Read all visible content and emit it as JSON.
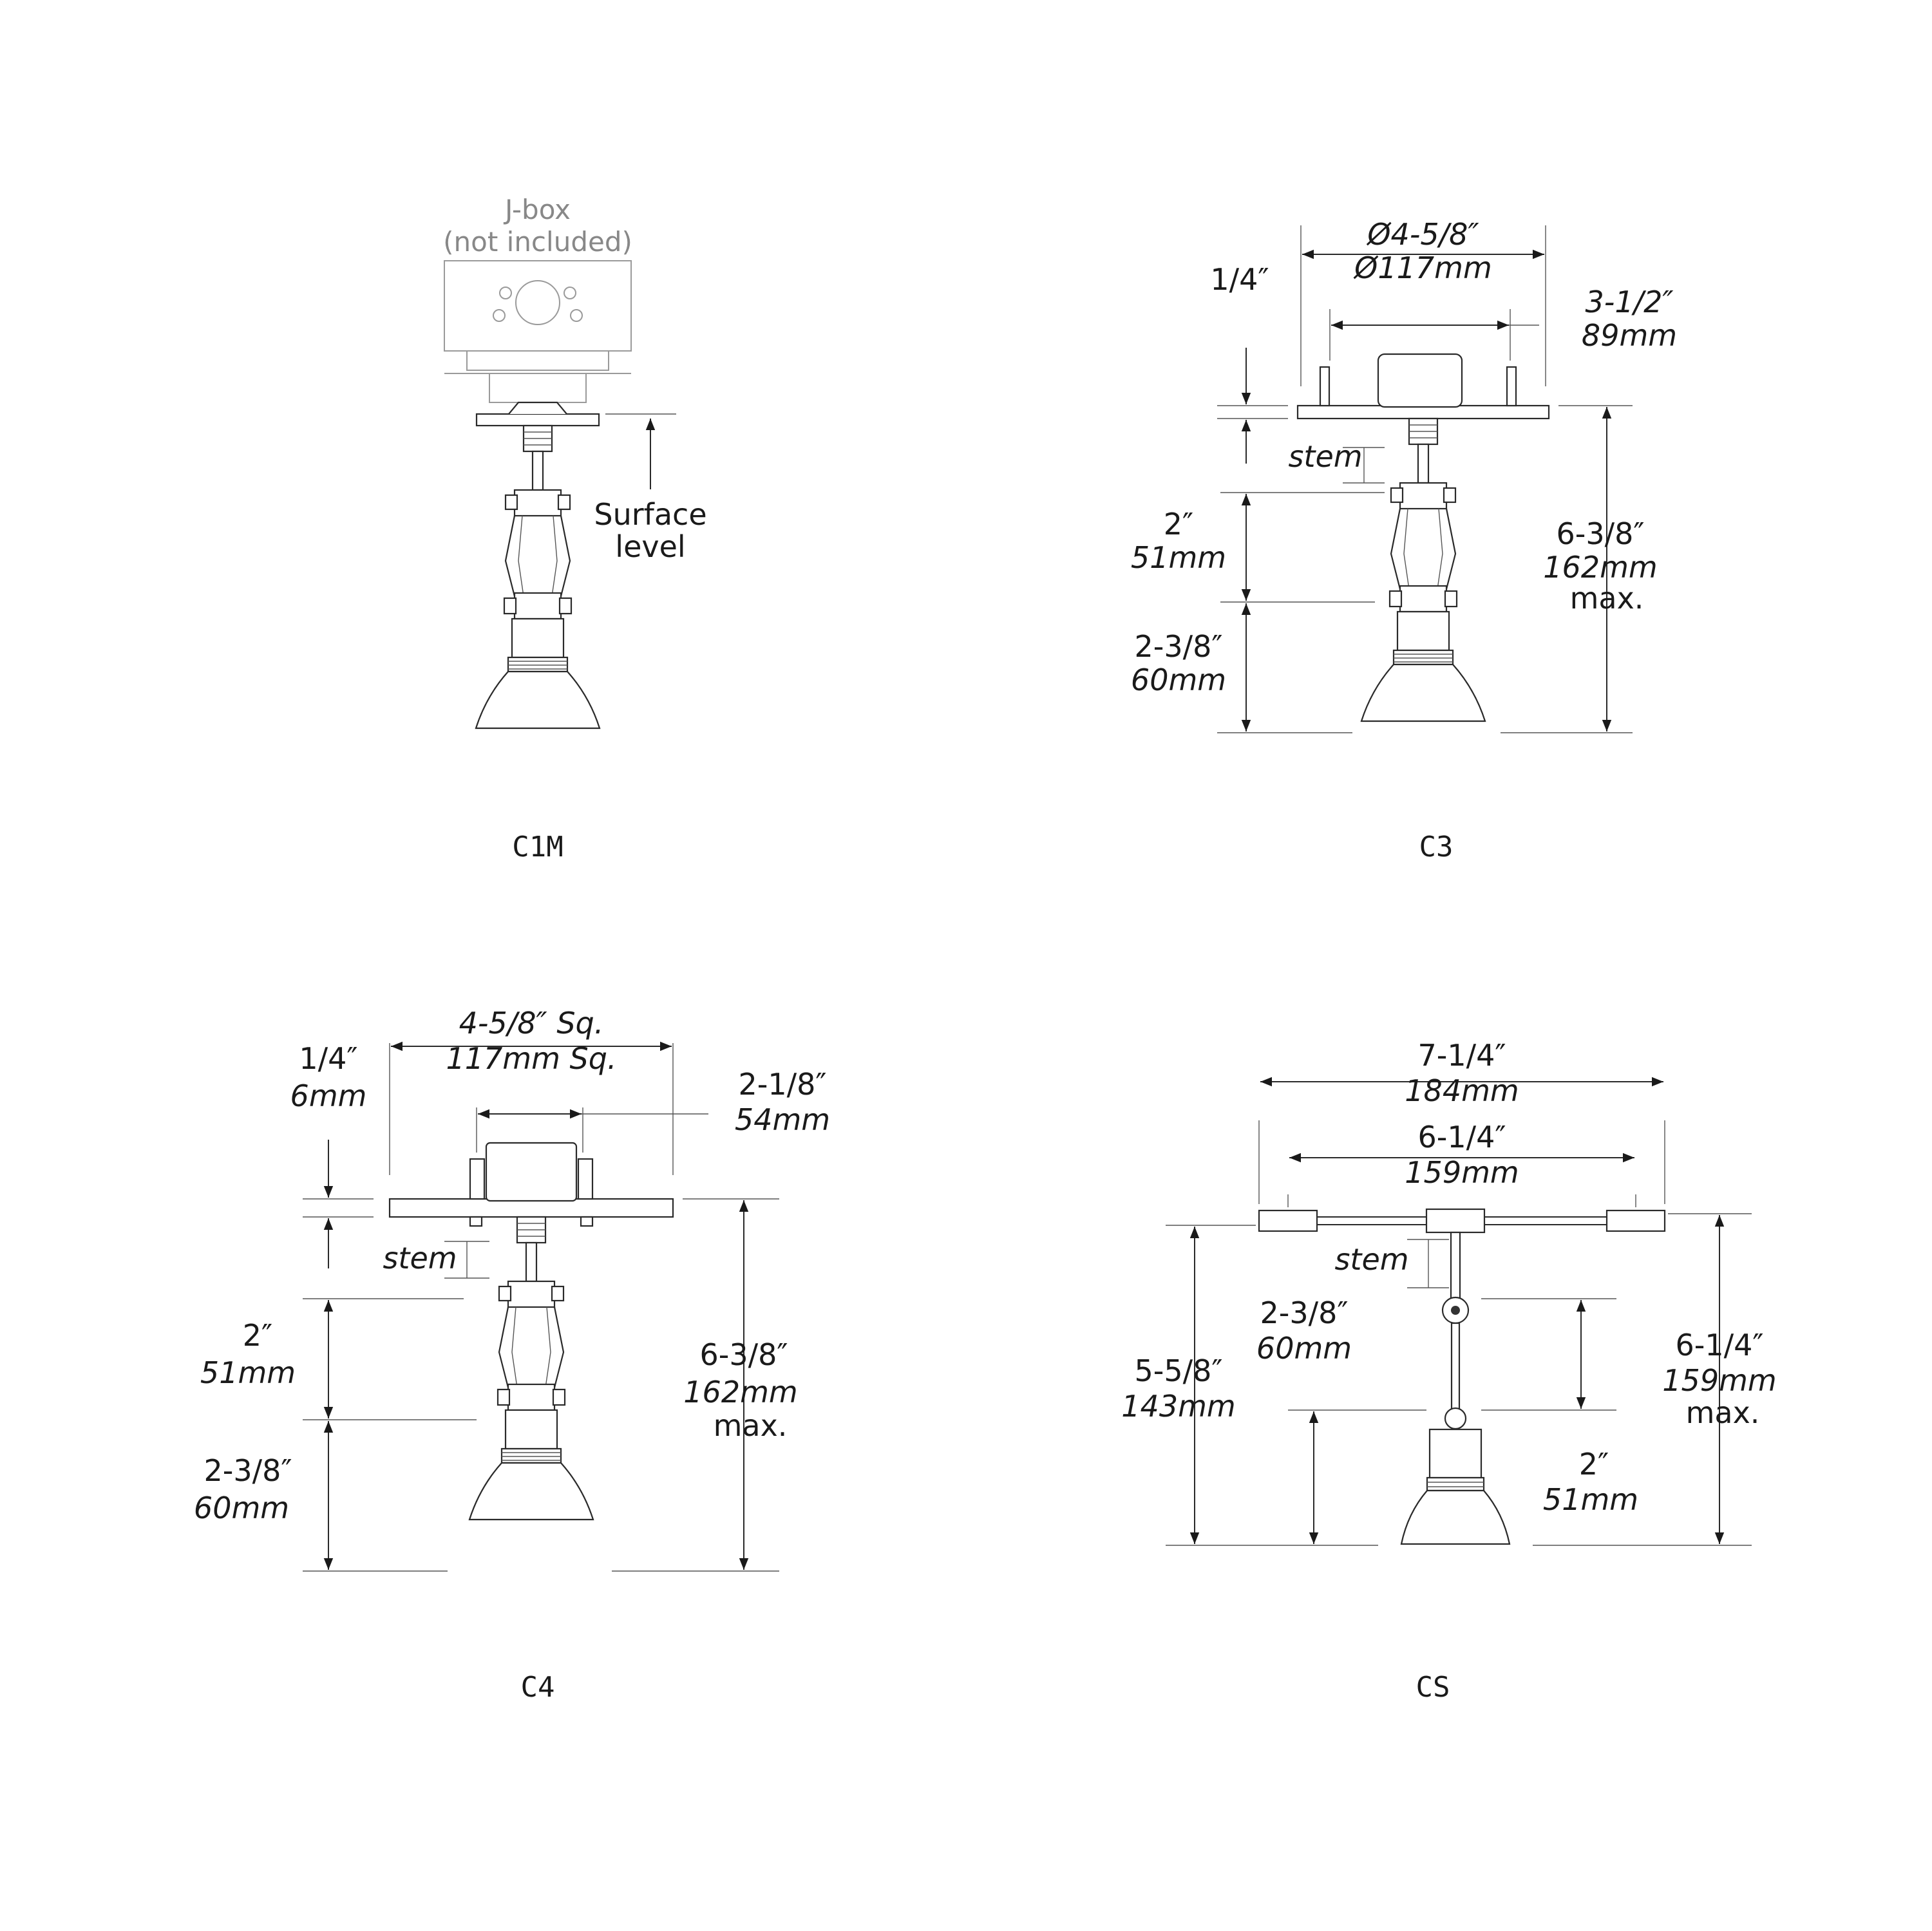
{
  "diagrams": [
    {
      "id": "c1m",
      "caption": "C1M",
      "jbox_label": [
        "J-box",
        "(not included)"
      ],
      "surface_label": [
        "Surface",
        "level"
      ]
    },
    {
      "id": "c3",
      "caption": "C3",
      "diameter": [
        "Ø4-5/8″",
        "Ø117mm"
      ],
      "inner_width": [
        "3-1/2″",
        "89mm"
      ],
      "flange": [
        "1/4″"
      ],
      "stem_label": "stem",
      "upper": [
        "2″",
        "51mm"
      ],
      "lower": [
        "2-3/8″",
        "60mm"
      ],
      "overall": [
        "6-3/8″",
        "162mm",
        "max."
      ]
    },
    {
      "id": "c4",
      "caption": "C4",
      "width": [
        "4-5/8″ Sq.",
        "117mm Sq."
      ],
      "inner_width": [
        "2-1/8″",
        "54mm"
      ],
      "flange": [
        "1/4″",
        "6mm"
      ],
      "stem_label": "stem",
      "upper": [
        "2″",
        "51mm"
      ],
      "lower": [
        "2-3/8″",
        "60mm"
      ],
      "overall": [
        "6-3/8″",
        "162mm",
        "max."
      ]
    },
    {
      "id": "cs",
      "caption": "CS",
      "outer_width": [
        "7-1/4″",
        "184mm"
      ],
      "inner_width": [
        "6-1/4″",
        "159mm"
      ],
      "stem_label": "stem",
      "mid": [
        "2-3/8″",
        "60mm"
      ],
      "lower": [
        "2″",
        "51mm"
      ],
      "left_overall": [
        "5-5/8″",
        "143mm"
      ],
      "overall": [
        "6-1/4″",
        "159mm",
        "max."
      ]
    }
  ]
}
